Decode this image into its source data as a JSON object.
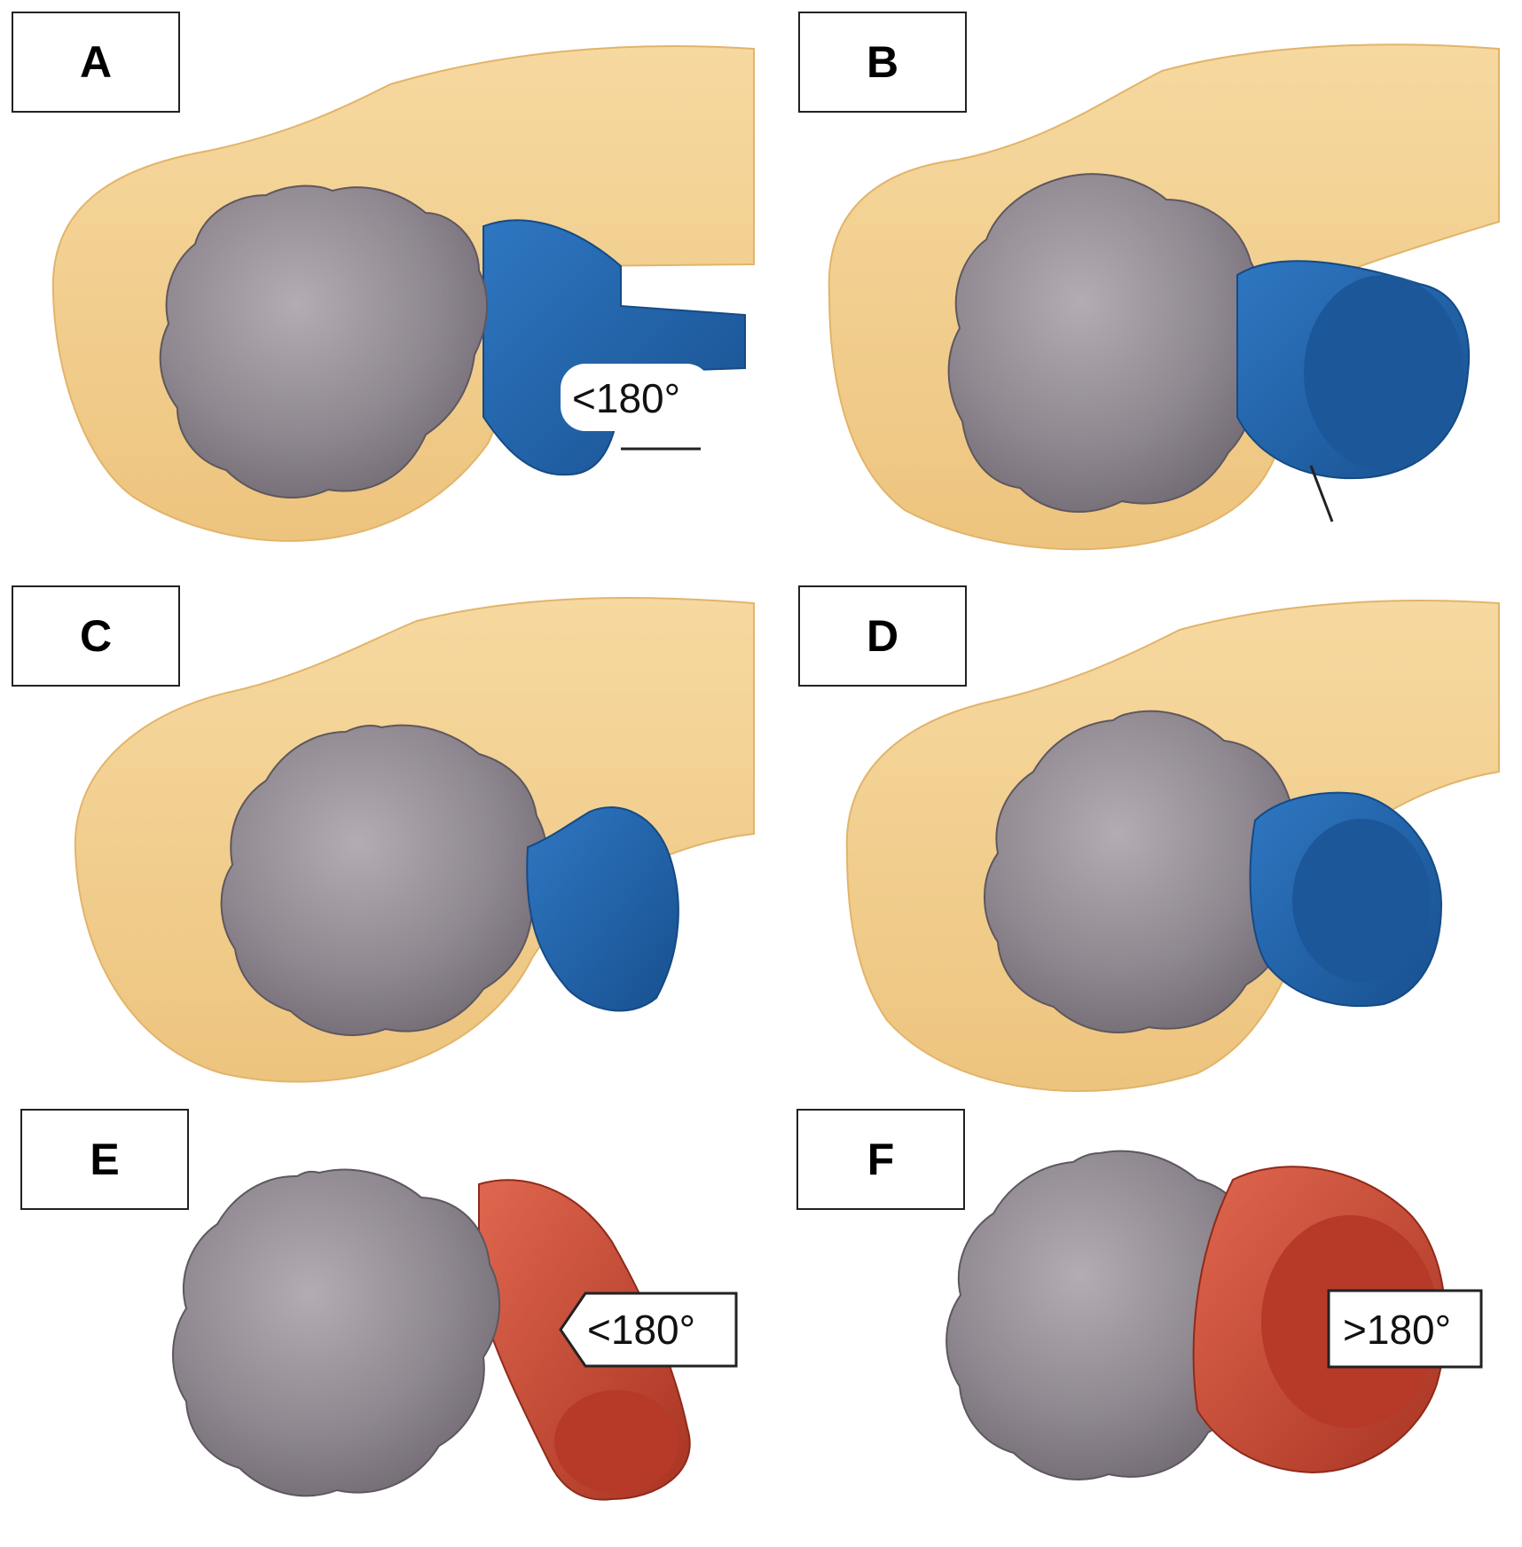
{
  "panels": [
    {
      "label": "A",
      "annotation": "<180°",
      "vessel_color": "#1f5fa6"
    },
    {
      "label": "B",
      "annotation": "",
      "vessel_color": "#1f5fa6"
    },
    {
      "label": "C",
      "annotation": "",
      "vessel_color": "#1f5fa6"
    },
    {
      "label": "D",
      "annotation": "",
      "vessel_color": "#1f5fa6"
    },
    {
      "label": "E",
      "annotation": "<180°",
      "vessel_color": "#c8432f"
    },
    {
      "label": "F",
      "annotation": ">180°",
      "vessel_color": "#c8432f"
    }
  ],
  "colors": {
    "pancreas": "#f2cf8e",
    "tumor": "#8e8790",
    "vein": "#1f5fa6",
    "artery": "#c8432f"
  }
}
